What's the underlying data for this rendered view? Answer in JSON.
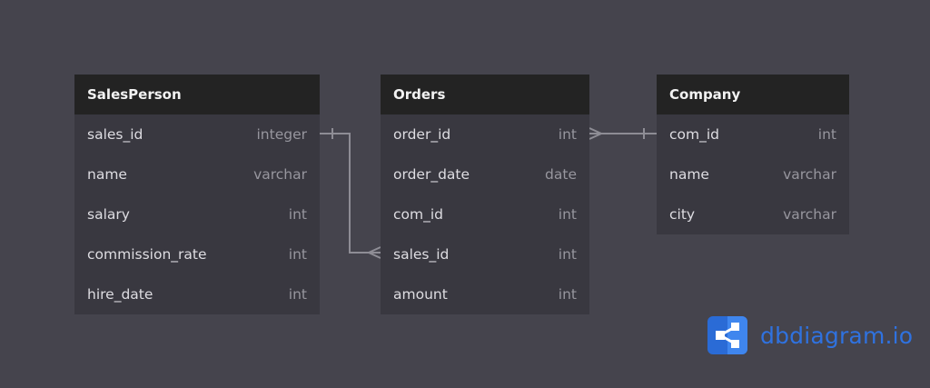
{
  "tables": [
    {
      "name": "SalesPerson",
      "fields": [
        {
          "name": "sales_id",
          "type": "integer"
        },
        {
          "name": "name",
          "type": "varchar"
        },
        {
          "name": "salary",
          "type": "int"
        },
        {
          "name": "commission_rate",
          "type": "int"
        },
        {
          "name": "hire_date",
          "type": "int"
        }
      ]
    },
    {
      "name": "Orders",
      "fields": [
        {
          "name": "order_id",
          "type": "int"
        },
        {
          "name": "order_date",
          "type": "date"
        },
        {
          "name": "com_id",
          "type": "int"
        },
        {
          "name": "sales_id",
          "type": "int"
        },
        {
          "name": "amount",
          "type": "int"
        }
      ]
    },
    {
      "name": "Company",
      "fields": [
        {
          "name": "com_id",
          "type": "int"
        },
        {
          "name": "name",
          "type": "varchar"
        },
        {
          "name": "city",
          "type": "varchar"
        }
      ]
    }
  ],
  "relationships": [
    {
      "from": "SalesPerson.sales_id",
      "to": "Orders.sales_id",
      "type": "one-to-many"
    },
    {
      "from": "Company.com_id",
      "to": "Orders.order_id",
      "type": "one-to-many"
    }
  ],
  "branding": {
    "label": "dbdiagram.io",
    "icon": "share-nodes-icon",
    "color": "#2f72e0"
  }
}
